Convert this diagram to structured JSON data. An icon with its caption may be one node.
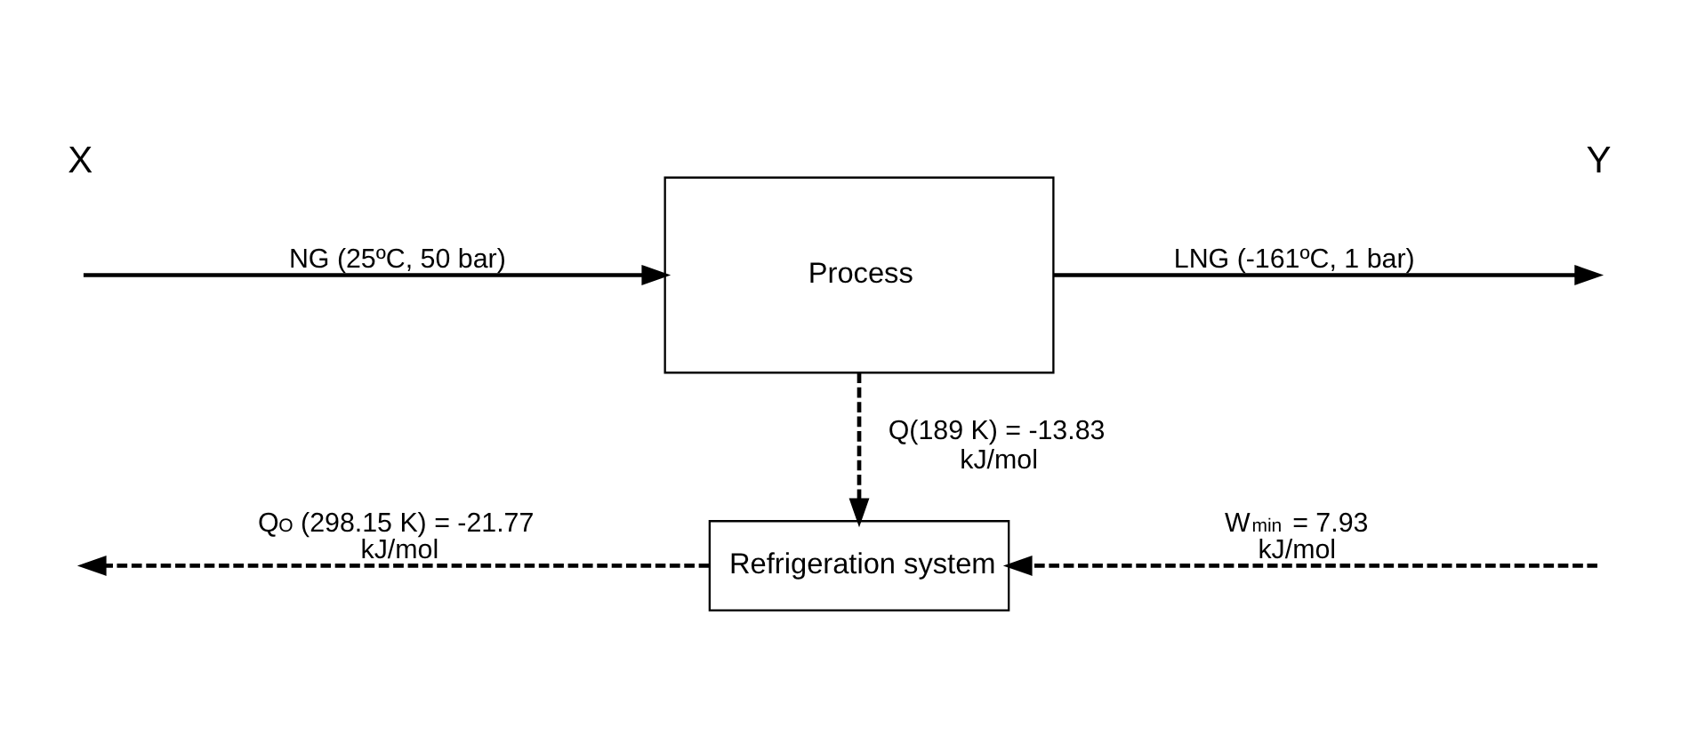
{
  "diagram": {
    "nodes": [
      {
        "text": [
          "Process"
        ]
      },
      {
        "text": [
          "Refrigeration system"
        ]
      }
    ],
    "edges": [
      {
        "from": null,
        "to": 0,
        "arrow": "to",
        "label": "NG (25ºC, 50 bar)"
      },
      {
        "from": 0,
        "to": null,
        "arrow": "to",
        "label": "LNG (-161ºC, 1 bar)"
      },
      {
        "from": 0,
        "to": 1,
        "arrow": "to",
        "style": "dashed",
        "label": "Q(189 K) = -13.83 kJ/mol"
      },
      {
        "from": 1,
        "to": null,
        "arrow": "to",
        "style": "dashed",
        "label": "Q$_{O}$ (298.15 K) = -21.77 kJ/mol"
      },
      {
        "from": null,
        "to": 1,
        "arrow": "to",
        "style": "dashed",
        "label": "W$_{min}$ = 7.93 kJ/mol"
      }
    ],
    "labels": [
      "X",
      "Y"
    ]
  }
}
